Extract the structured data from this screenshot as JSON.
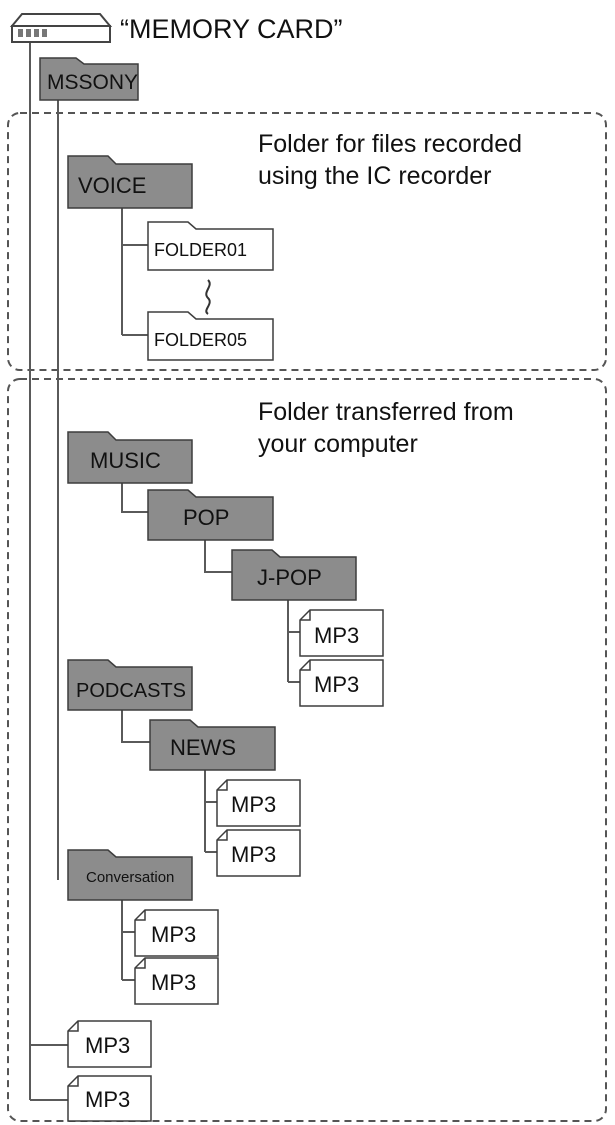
{
  "title": "“MEMORY CARD”",
  "regions": {
    "voice": {
      "caption": [
        "Folder for files recorded",
        "using the IC recorder"
      ]
    },
    "transfer": {
      "caption": [
        "Folder transferred from",
        "your computer"
      ]
    }
  },
  "nodes": {
    "mssony": "MSSONY",
    "voice": "VOICE",
    "folder01": "FOLDER01",
    "folder05": "FOLDER05",
    "music": "MUSIC",
    "pop": "POP",
    "jpop": "J-POP",
    "jpop_mp3_1": "MP3",
    "jpop_mp3_2": "MP3",
    "podcasts": "PODCASTS",
    "news": "NEWS",
    "news_mp3_1": "MP3",
    "news_mp3_2": "MP3",
    "conversation": "Conversation",
    "conv_mp3_1": "MP3",
    "conv_mp3_2": "MP3",
    "root_mp3_1": "MP3",
    "root_mp3_2": "MP3"
  },
  "colors": {
    "folder_fill": "#8c8c8c",
    "subfolder_fill": "#ffffff",
    "file_fill": "#ffffff",
    "line": "#5a5a5a"
  }
}
